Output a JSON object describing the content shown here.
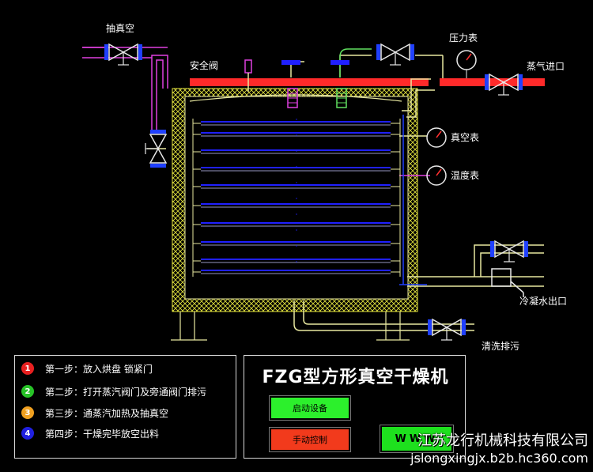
{
  "labels": {
    "vacuum_pump": "抽真空",
    "safety_valve": "安全阀",
    "pressure_gauge": "压力表",
    "steam_inlet": "蒸气进口",
    "vacuum_gauge": "真空表",
    "thermometer": "温度表",
    "condensate_outlet": "冷凝水出口",
    "cleaning_drain": "清洗排污"
  },
  "steps": [
    {
      "num": "1",
      "text": "第一步：放入烘盘 锁紧门",
      "color": "#e82020"
    },
    {
      "num": "2",
      "text": "第二步：打开蒸汽阀门及旁通阀门排污",
      "color": "#27c327"
    },
    {
      "num": "3",
      "text": "第三步：通蒸汽加热及抽真空",
      "color": "#f0a020"
    },
    {
      "num": "4",
      "text": "第四步：干燥完毕放空出料",
      "color": "#2020e0"
    }
  ],
  "control": {
    "title": "FZG型方形真空干燥机",
    "start_label": "启动设备",
    "manual_label": "手动控制",
    "www_label": "WWW"
  },
  "watermark": {
    "company": "江苏龙行机械科技有限公司",
    "url": "jslongxingjx.b2b.hc360.com"
  },
  "colors": {
    "pipe_yellow": "#e8e8a0",
    "pipe_green": "#60e060",
    "steam_red": "#ff2a2a",
    "shelf_blue": "#2020ff",
    "insulation_magenta": "#e040e0"
  }
}
